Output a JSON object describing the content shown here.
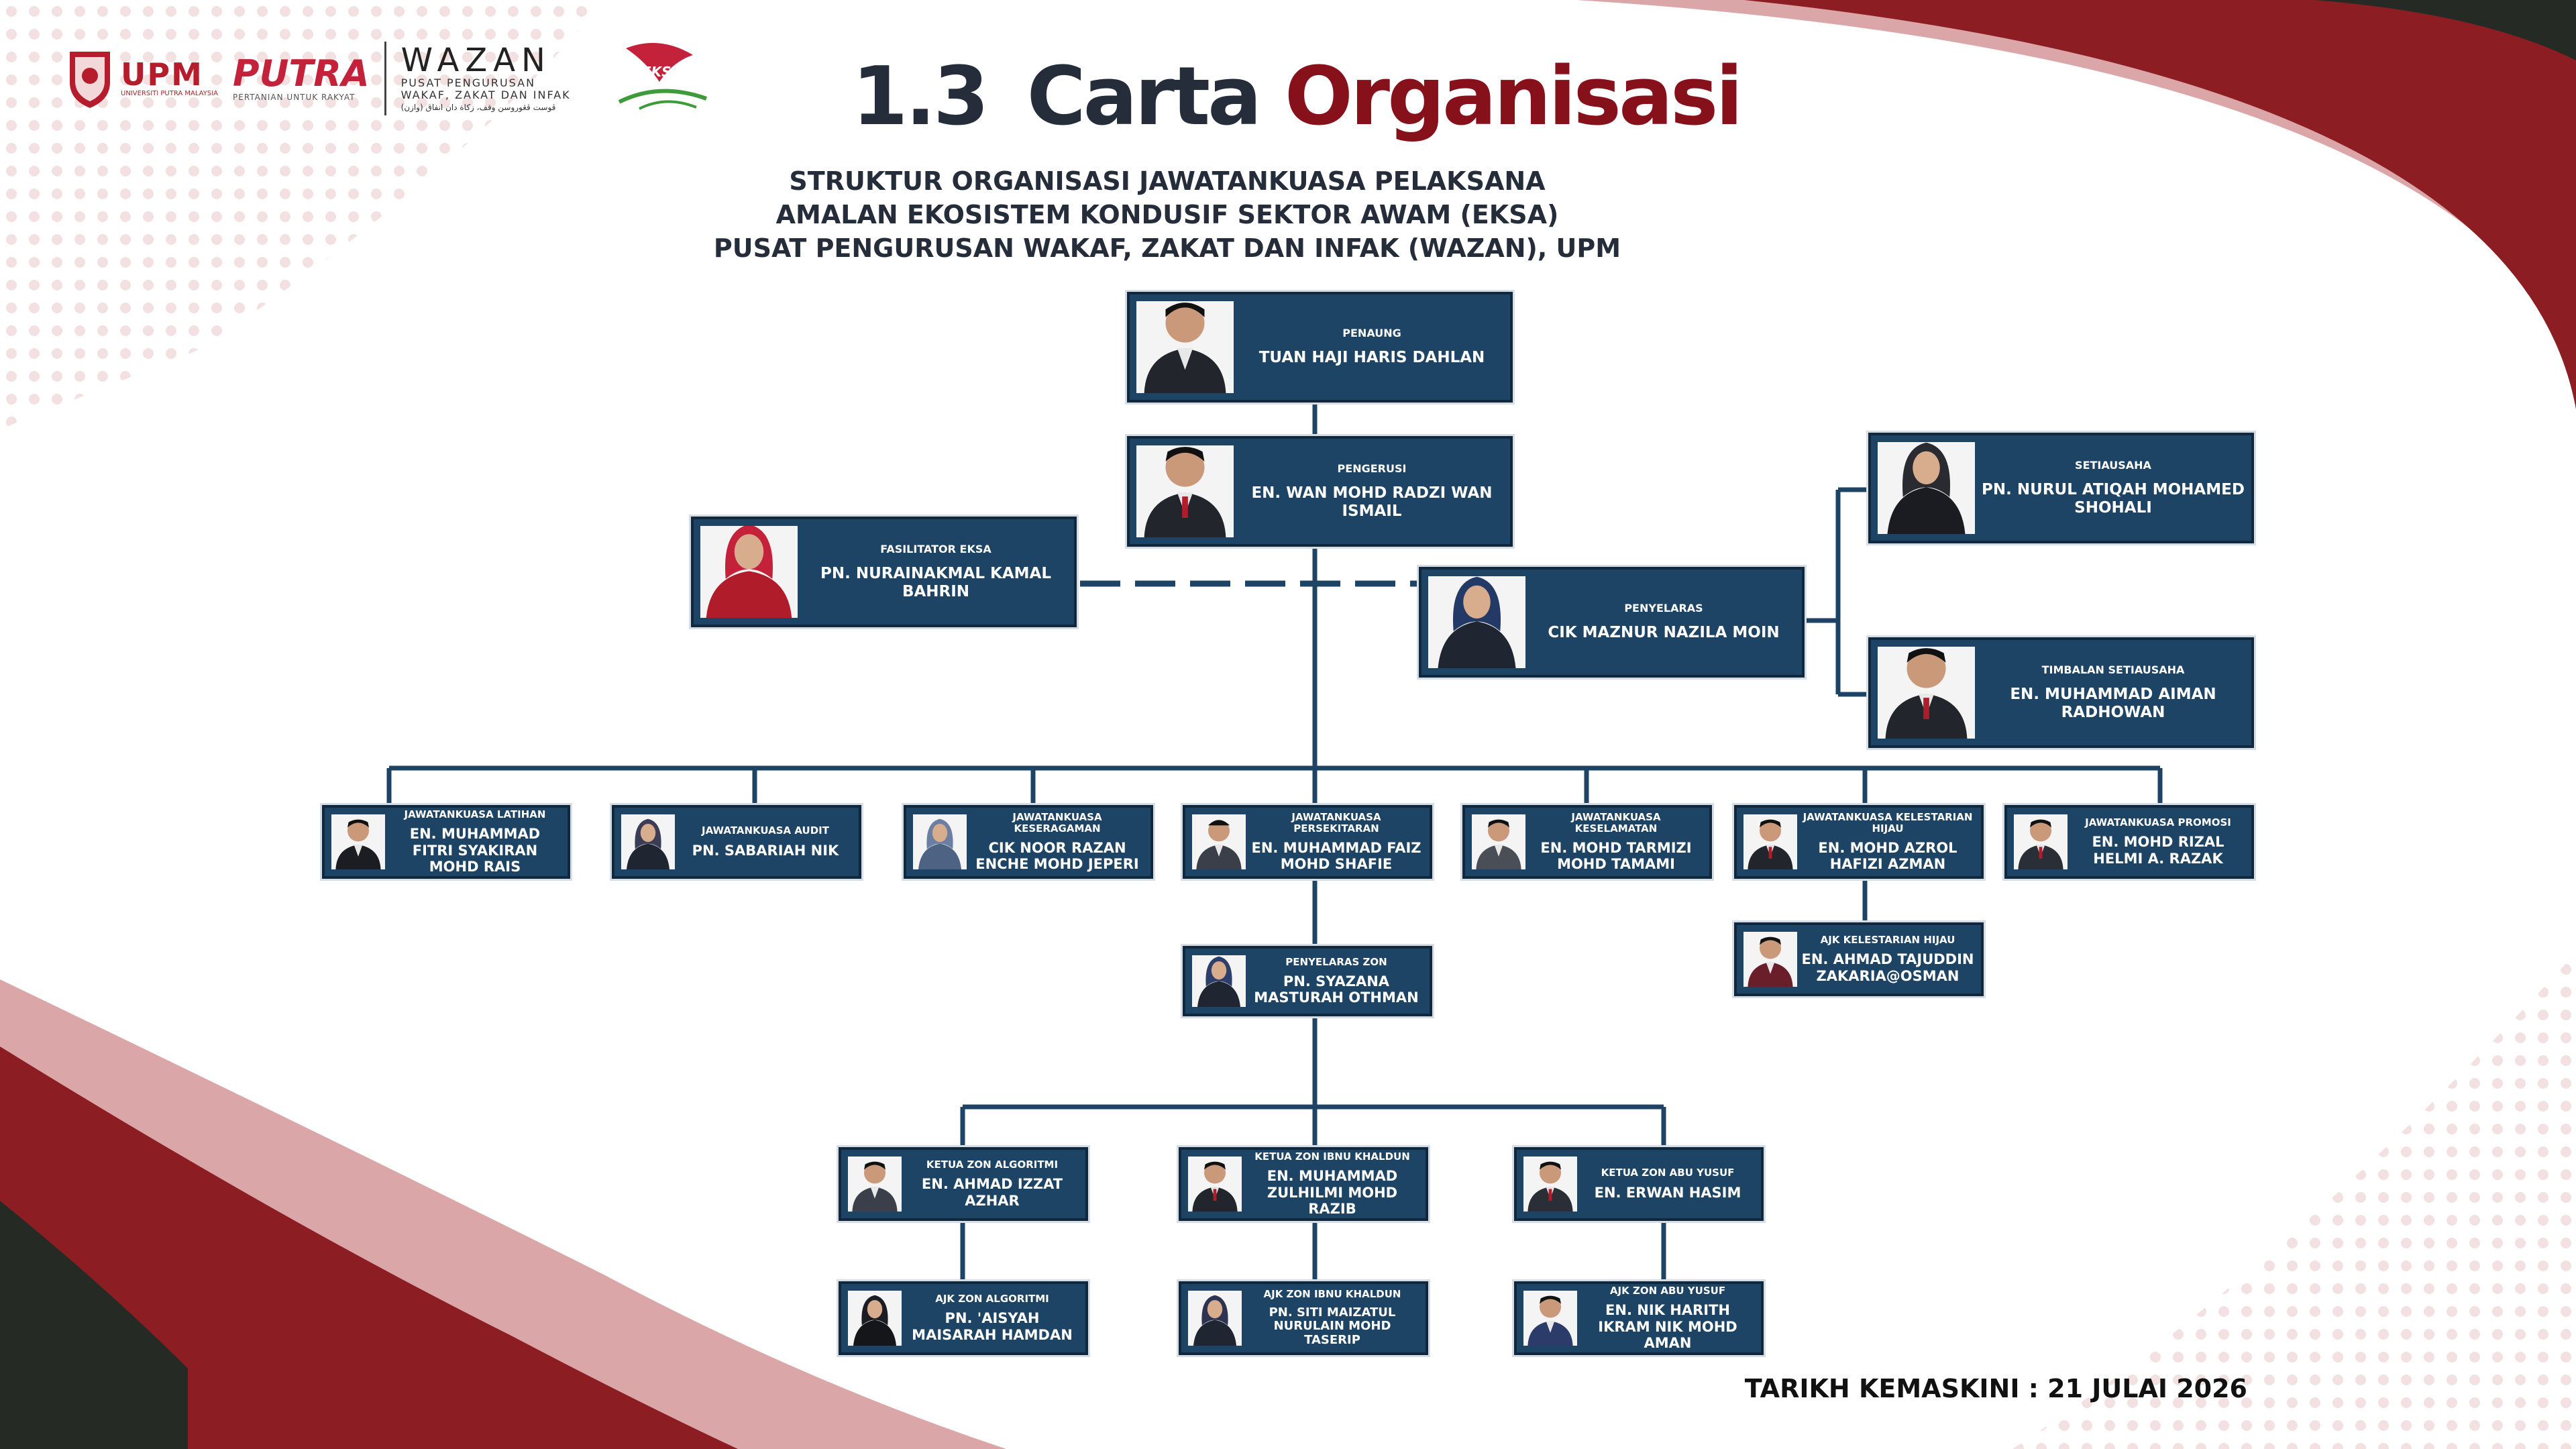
{
  "page": {
    "title_number": "1.3",
    "title_word1": "Carta",
    "title_word2": "Organisasi",
    "subtitle_lines": [
      "STRUKTUR ORGANISASI JAWATANKUASA PELAKSANA",
      "AMALAN EKOSISTEM KONDUSIF SEKTOR AWAM (EKSA)",
      "PUSAT PENGURUSAN WAKAF, ZAKAT DAN INFAK (WAZAN), UPM"
    ],
    "updated": "TARIKH KEMASKINI : 21 JULAI 2026"
  },
  "logos": {
    "upm": "UPM",
    "upm_sub": "UNIVERSITI PUTRA MALAYSIA",
    "putra": "PUTRA",
    "putra_sub": "PERTANIAN UNTUK RAKYAT",
    "wazan": "WAZAN",
    "wazan_sub1": "PUSAT PENGURUSAN",
    "wazan_sub2": "WAKAF, ZAKAT DAN INFAK",
    "wazan_ar": "ڤوست ڤڠوروسن وقف، زكاة دان انفاق (وازن)",
    "eksa": "EKSA UPM"
  },
  "colors": {
    "box": "#1d4464",
    "line": "#1d4464",
    "maroon": "#8c1d22",
    "pink": "#dba6a8",
    "title_dark": "#242d39",
    "title_accent": "#86111b"
  },
  "nodes": {
    "penaung": {
      "role": "PENAUNG",
      "name": "TUAN HAJI HARIS DAHLAN"
    },
    "pengerusi": {
      "role": "PENGERUSI",
      "name": "EN. WAN MOHD RADZI WAN ISMAIL"
    },
    "fasilitator": {
      "role": "FASILITATOR EKSA",
      "name": "PN. NURAINAKMAL KAMAL BAHRIN"
    },
    "penyelaras": {
      "role": "PENYELARAS",
      "name": "CIK MAZNUR NAZILA MOIN"
    },
    "setiausaha": {
      "role": "SETIAUSAHA",
      "name": "PN. NURUL ATIQAH MOHAMED SHOHALI"
    },
    "timbalan": {
      "role": "TIMBALAN SETIAUSAHA",
      "name": "EN. MUHAMMAD AIMAN RADHOWAN"
    },
    "latihan": {
      "role": "JAWATANKUASA LATIHAN",
      "name": "EN. MUHAMMAD FITRI SYAKIRAN MOHD RAIS"
    },
    "audit": {
      "role": "JAWATANKUASA AUDIT",
      "name": "PN. SABARIAH NIK"
    },
    "keseragaman": {
      "role": "JAWATANKUASA KESERAGAMAN",
      "name": "CIK NOOR RAZAN ENCHE MOHD JEPERI"
    },
    "persekitaran": {
      "role": "JAWATANKUASA PERSEKITARAN",
      "name": "EN. MUHAMMAD FAIZ MOHD SHAFIE"
    },
    "keselamatan": {
      "role": "JAWATANKUASA KESELAMATAN",
      "name": "EN. MOHD TARMIZI MOHD TAMAMI"
    },
    "kelestarian": {
      "role": "JAWATANKUASA KELESTARIAN HIJAU",
      "name": "EN. MOHD AZROL HAFIZI AZMAN"
    },
    "promosi": {
      "role": "JAWATANKUASA PROMOSI",
      "name": "EN. MOHD RIZAL HELMI A. RAZAK"
    },
    "ajk_kelestarian": {
      "role": "AJK KELESTARIAN HIJAU",
      "name": "EN. AHMAD TAJUDDIN ZAKARIA@OSMAN"
    },
    "penyelaras_zon": {
      "role": "PENYELARAS ZON",
      "name": "PN. SYAZANA MASTURAH OTHMAN"
    },
    "ketua_algoritmi": {
      "role": "KETUA ZON ALGORITMI",
      "name": "EN. AHMAD IZZAT AZHAR"
    },
    "ketua_khaldun": {
      "role": "KETUA ZON IBNU KHALDUN",
      "name": "EN. MUHAMMAD ZULHILMI MOHD RAZIB"
    },
    "ketua_yusuf": {
      "role": "KETUA ZON ABU YUSUF",
      "name": "EN. ERWAN HASIM"
    },
    "ajk_algoritmi": {
      "role": "AJK ZON ALGORITMI",
      "name": "PN. 'AISYAH MAISARAH HAMDAN"
    },
    "ajk_khaldun": {
      "role": "AJK ZON IBNU KHALDUN",
      "name": "PN. SITI MAIZATUL NURULAIN MOHD TASERIP"
    },
    "ajk_yusuf": {
      "role": "AJK ZON ABU YUSUF",
      "name": "EN. NIK HARITH IKRAM NIK MOHD AMAN"
    }
  }
}
